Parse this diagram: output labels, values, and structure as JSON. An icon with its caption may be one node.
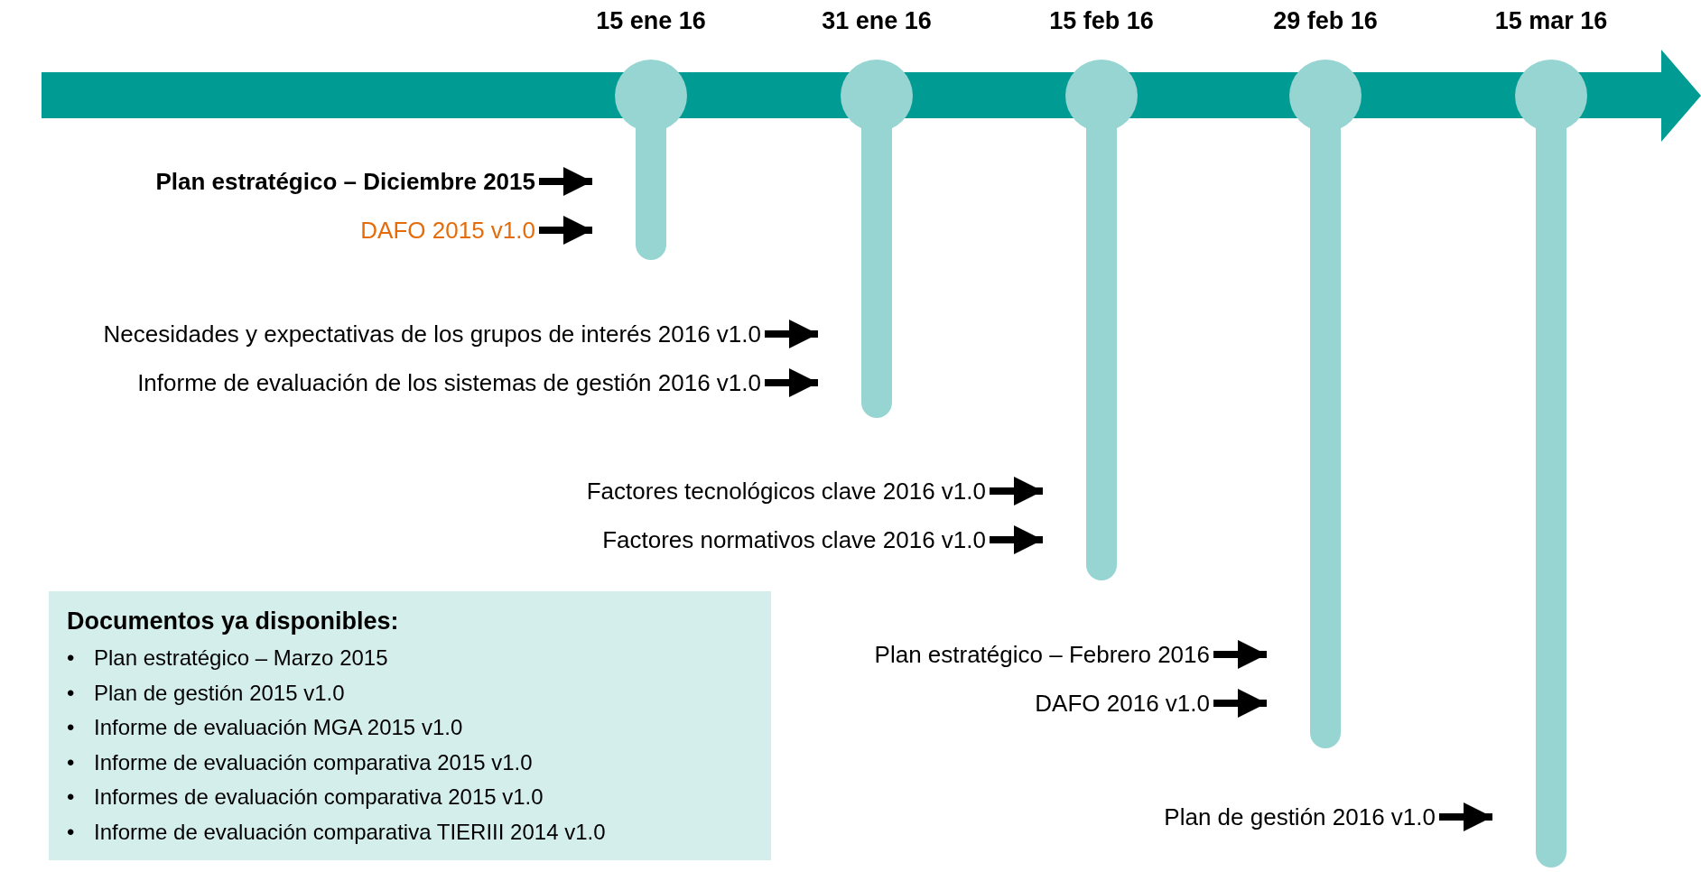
{
  "diagram": {
    "nodes": [
      {
        "text": [
          "15 ene 16"
        ]
      },
      {
        "text": [
          "31 ene 16"
        ]
      },
      {
        "text": [
          "15 feb 16"
        ]
      },
      {
        "text": [
          "29 feb 16"
        ]
      },
      {
        "text": [
          "15 mar 16"
        ]
      },
      {
        "text": [
          "Plan estratégico – Diciembre 2015"
        ]
      },
      {
        "text": [
          "DAFO 2015 v1.0"
        ]
      },
      {
        "text": [
          "Necesidades y expectativas de los grupos de interés 2016 v1.0"
        ]
      },
      {
        "text": [
          "Informe de evaluación de los sistemas de gestión 2016 v1.0"
        ]
      },
      {
        "text": [
          "Factores tecnológicos clave 2016 v1.0"
        ]
      },
      {
        "text": [
          "Factores normativos clave 2016 v1.0"
        ]
      },
      {
        "text": [
          "Plan estratégico – Febrero 2016"
        ]
      },
      {
        "text": [
          "DAFO 2016 v1.0"
        ]
      },
      {
        "text": [
          "Plan de gestión 2016 v1.0"
        ]
      },
      {
        "text": [
          "Documentos ya disponibles:",
          "Plan estratégico – Marzo 2015",
          "Plan de gestión 2015 v1.0",
          "Informe de evaluación MGA 2015 v1.0",
          "Informe de evaluación comparativa 2015 v1.0",
          "Informes de evaluación comparativa 2015 v1.0",
          "Informe de evaluación comparativa TIERIII 2014  v1.0"
        ]
      }
    ],
    "labels": [
      "•",
      "•",
      "•",
      "•",
      "•",
      "•"
    ],
    "edges": [
      {
        "from": 5,
        "to": 0,
        "arrow": "to"
      },
      {
        "from": 6,
        "to": 0,
        "arrow": "to"
      },
      {
        "from": 7,
        "to": 1,
        "arrow": "to"
      },
      {
        "from": 8,
        "to": 1,
        "arrow": "to"
      },
      {
        "from": 9,
        "to": 2,
        "arrow": "to"
      },
      {
        "from": 10,
        "to": 2,
        "arrow": "to"
      },
      {
        "from": 11,
        "to": 3,
        "arrow": "to"
      },
      {
        "from": 12,
        "to": 3,
        "arrow": "to"
      },
      {
        "from": 13,
        "to": 4,
        "arrow": "to"
      }
    ]
  }
}
